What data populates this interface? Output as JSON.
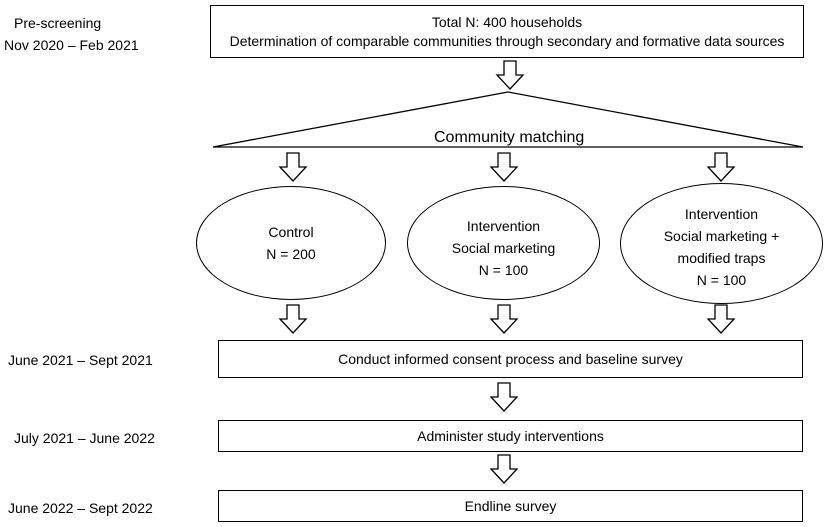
{
  "timeline": {
    "pre_screening_line1": "Pre-screening",
    "pre_screening_line2": "Nov 2020 – Feb 2021",
    "baseline_period": "June 2021 – Sept 2021",
    "intervention_period": "July 2021 – June 2022",
    "endline_period": "June 2022 – Sept 2022"
  },
  "top_box": {
    "line1": "Total N: 400 households",
    "line2": "Determination of comparable communities through secondary and formative data sources"
  },
  "matching": {
    "label": "Community matching"
  },
  "groups": [
    {
      "lines": [
        "Control",
        "N = 200"
      ]
    },
    {
      "lines": [
        "Intervention",
        "Social marketing",
        "N = 100"
      ]
    },
    {
      "lines": [
        "Intervention",
        "Social marketing +",
        "modified traps",
        "N = 100"
      ]
    }
  ],
  "steps": {
    "consent": "Conduct informed consent process and baseline survey",
    "interventions": "Administer study interventions",
    "endline": "Endline survey"
  }
}
